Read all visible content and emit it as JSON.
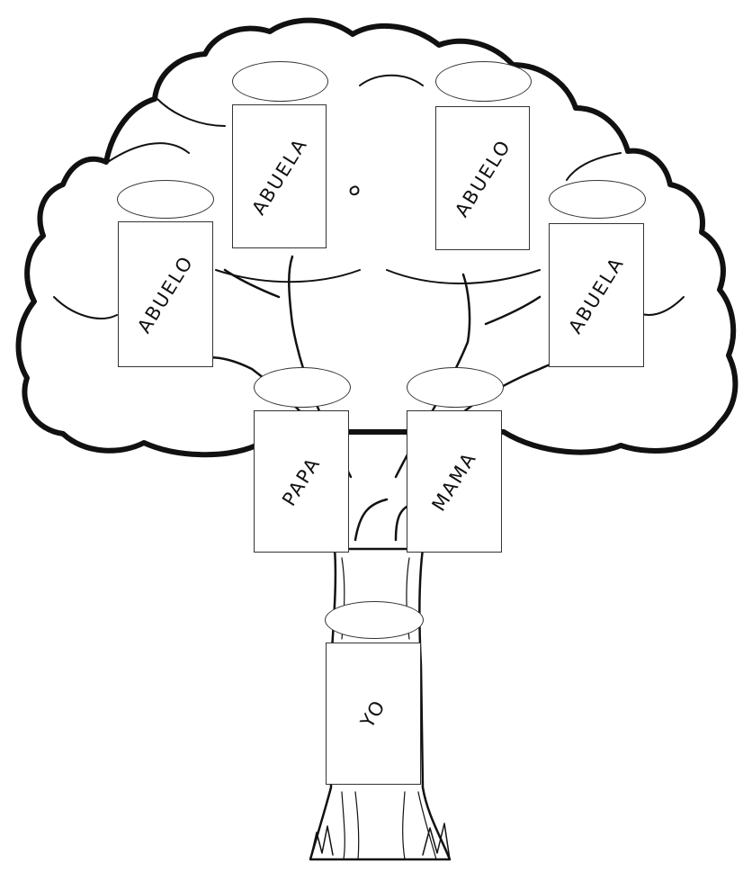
{
  "tree": {
    "members": [
      {
        "id": "abuela-paternal",
        "label": "ABUELA",
        "name_value": ""
      },
      {
        "id": "abuelo-maternal",
        "label": "ABUELO",
        "name_value": ""
      },
      {
        "id": "abuelo-paternal",
        "label": "ABUELO",
        "name_value": ""
      },
      {
        "id": "abuela-maternal",
        "label": "ABUELA",
        "name_value": ""
      },
      {
        "id": "papa",
        "label": "PAPA",
        "name_value": ""
      },
      {
        "id": "mama",
        "label": "MAMA",
        "name_value": ""
      },
      {
        "id": "yo",
        "label": "YO",
        "name_value": ""
      }
    ]
  }
}
